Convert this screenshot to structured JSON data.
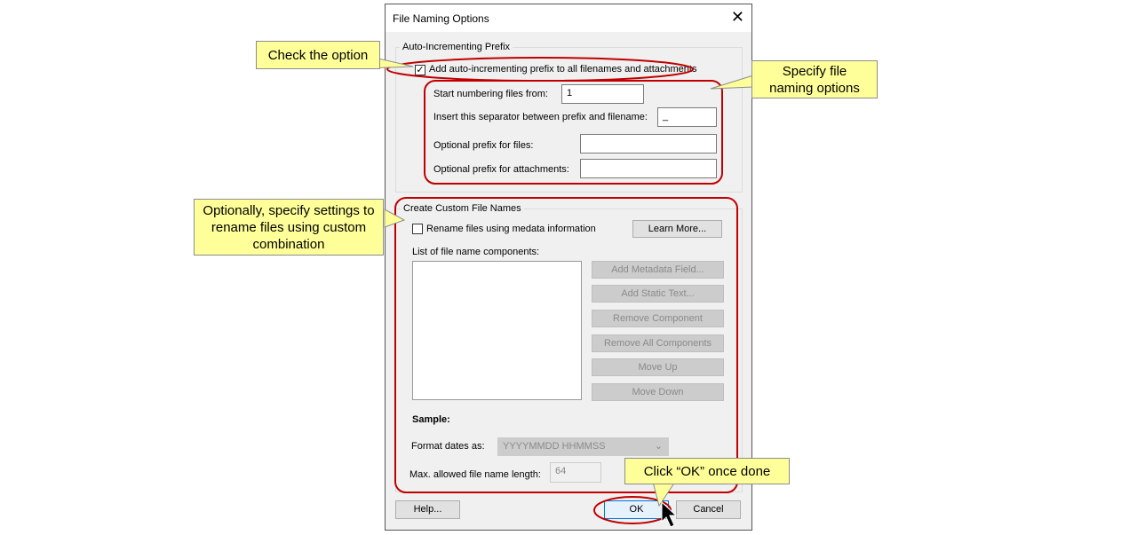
{
  "dialog": {
    "title": "File Naming Options"
  },
  "prefix_group": {
    "label": "Auto-Incrementing Prefix",
    "add_prefix_label": "Add auto-incrementing prefix to all filenames and attachments",
    "add_prefix_checked": true,
    "start_label": "Start numbering files from:",
    "start_value": "1",
    "separator_label": "Insert this separator between prefix and filename:",
    "separator_value": "_",
    "files_prefix_label": "Optional prefix for files:",
    "files_prefix_value": "",
    "attach_prefix_label": "Optional prefix for attachments:",
    "attach_prefix_value": ""
  },
  "custom_group": {
    "label": "Create Custom File Names",
    "rename_label": "Rename files using medata information",
    "rename_checked": false,
    "learn_more": "Learn More...",
    "list_label": "List of file name components:",
    "buttons": [
      "Add Metadata Field...",
      "Add Static Text...",
      "Remove Component",
      "Remove All Components",
      "Move Up",
      "Move Down"
    ],
    "sample_label": "Sample:",
    "format_label": "Format dates as:",
    "format_value": "YYYYMMDD HHMMSS",
    "maxlen_label": "Max. allowed file name length:",
    "maxlen_value": "64"
  },
  "footer": {
    "help": "Help...",
    "ok": "OK",
    "cancel": "Cancel"
  },
  "callouts": {
    "check": "Check the option",
    "specify": "Specify file naming options",
    "optional": "Optionally, specify settings to rename files using custom combination",
    "ok": "Click “OK” once done"
  },
  "colors": {
    "highlight": "#c00000",
    "callout": "#ffff99"
  }
}
